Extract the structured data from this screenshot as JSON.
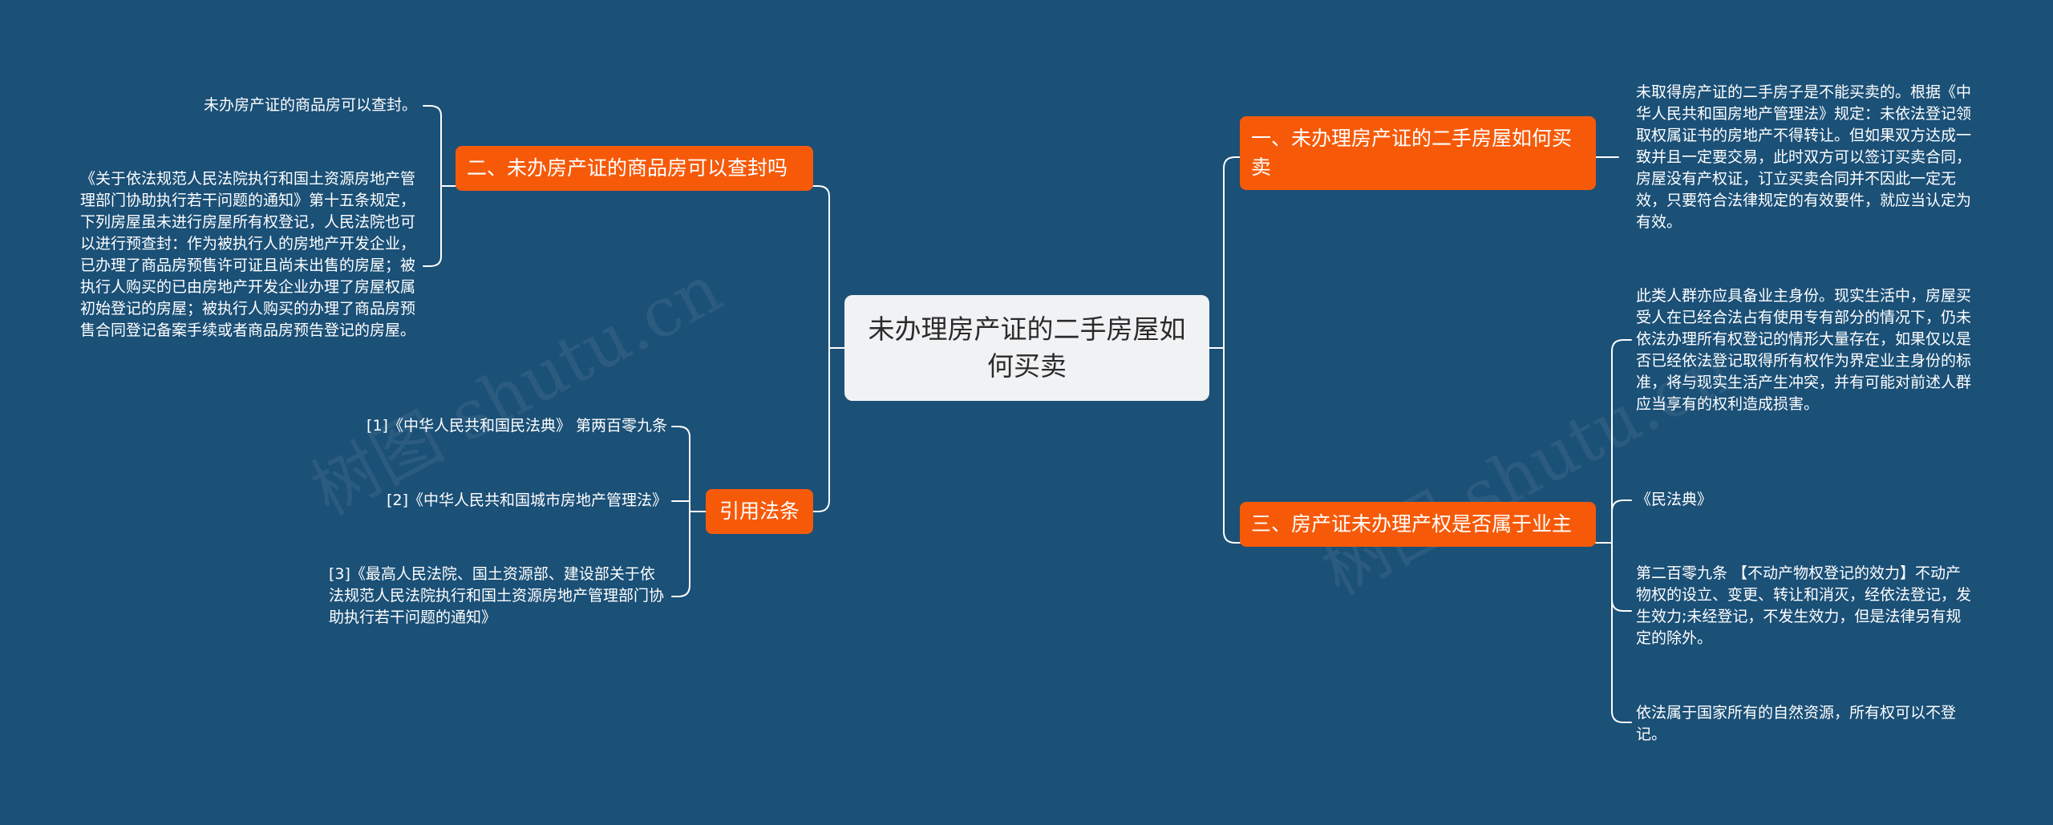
{
  "root": {
    "label": "未办理房产证的二手房屋如何买卖"
  },
  "branches": {
    "b1": {
      "label": "一、未办理房产证的二手房屋如何买卖"
    },
    "b2": {
      "label": "二、未办房产证的商品房可以查封吗"
    },
    "b3": {
      "label": "三、房产证未办理产权是否属于业主"
    },
    "b4": {
      "label": "引用法条"
    }
  },
  "leaves": {
    "b1_1": "未取得房产证的二手房子是不能买卖的。根据《中华人民共和国房地产管理法》规定：未依法登记领取权属证书的房地产不得转让。但如果双方达成一致并且一定要交易，此时双方可以签订买卖合同，房屋没有产权证，订立买卖合同并不因此一定无效，只要符合法律规定的有效要件，就应当认定为有效。",
    "b2_1": "未办房产证的商品房可以查封。",
    "b2_2": "《关于依法规范人民法院执行和国土资源房地产管理部门协助执行若干问题的通知》第十五条规定，下列房屋虽未进行房屋所有权登记，人民法院也可以进行预查封：作为被执行人的房地产开发企业，已办理了商品房预售许可证且尚未出售的房屋；被执行人购买的已由房地产开发企业办理了房屋权属初始登记的房屋；被执行人购买的办理了商品房预售合同登记备案手续或者商品房预告登记的房屋。",
    "b3_1": "此类人群亦应具备业主身份。现实生活中，房屋买受人在已经合法占有使用专有部分的情况下，仍未依法办理所有权登记的情形大量存在，如果仅以是否已经依法登记取得所有权作为界定业主身份的标准，将与现实生活产生冲突，并有可能对前述人群应当享有的权利造成损害。",
    "b3_2": "《民法典》",
    "b3_3": "第二百零九条 【不动产物权登记的效力】不动产物权的设立、变更、转让和消灭，经依法登记，发生效力;未经登记，不发生效力，但是法律另有规定的除外。",
    "b3_4": "依法属于国家所有的自然资源，所有权可以不登记。",
    "b4_1": "[1]《中华人民共和国民法典》 第两百零九条",
    "b4_2": "[2]《中华人民共和国城市房地产管理法》",
    "b4_3": "[3]《最高人民法院、国土资源部、建设部关于依法规范人民法院执行和国土资源房地产管理部门协助执行若干问题的通知》"
  },
  "watermark": {
    "text": "树图 shutu.cn"
  },
  "colors": {
    "background": "#1b5077",
    "branch": "#f65a09",
    "root": "#f1f2f4",
    "connector": "#ffffff"
  }
}
